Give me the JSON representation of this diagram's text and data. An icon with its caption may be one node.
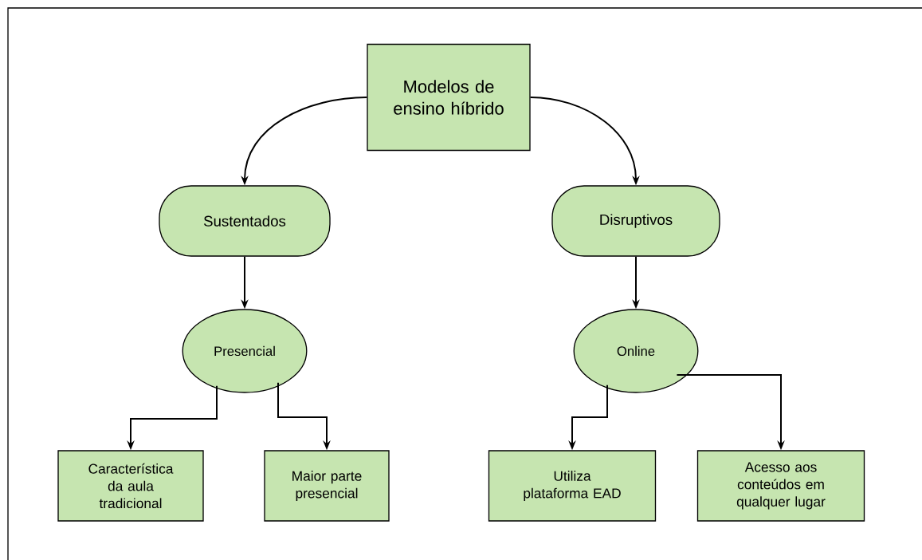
{
  "diagram": {
    "nodes": [
      {
        "text": [
          "Modelos de ensino híbrido"
        ]
      },
      {
        "text": [
          "Sustentados"
        ]
      },
      {
        "text": [
          "Disruptivos"
        ]
      },
      {
        "text": [
          "Presencial"
        ]
      },
      {
        "text": [
          "Online"
        ]
      },
      {
        "text": [
          "Característica da aula tradicional"
        ]
      },
      {
        "text": [
          "Maior parte presencial"
        ]
      },
      {
        "text": [
          "Utiliza plataforma EAD"
        ]
      },
      {
        "text": [
          "Acesso aos conteúdos em qualquer lugar"
        ]
      }
    ],
    "edges": [
      {
        "from": 0,
        "to": 1,
        "arrow": "to"
      },
      {
        "from": 0,
        "to": 2,
        "arrow": "to"
      },
      {
        "from": 1,
        "to": 3,
        "arrow": "to"
      },
      {
        "from": 2,
        "to": 4,
        "arrow": "to"
      },
      {
        "from": 3,
        "to": 5,
        "arrow": "to"
      },
      {
        "from": 3,
        "to": 6,
        "arrow": "to"
      },
      {
        "from": 4,
        "to": 7,
        "arrow": "to"
      },
      {
        "from": 4,
        "to": 8,
        "arrow": "to"
      }
    ]
  }
}
